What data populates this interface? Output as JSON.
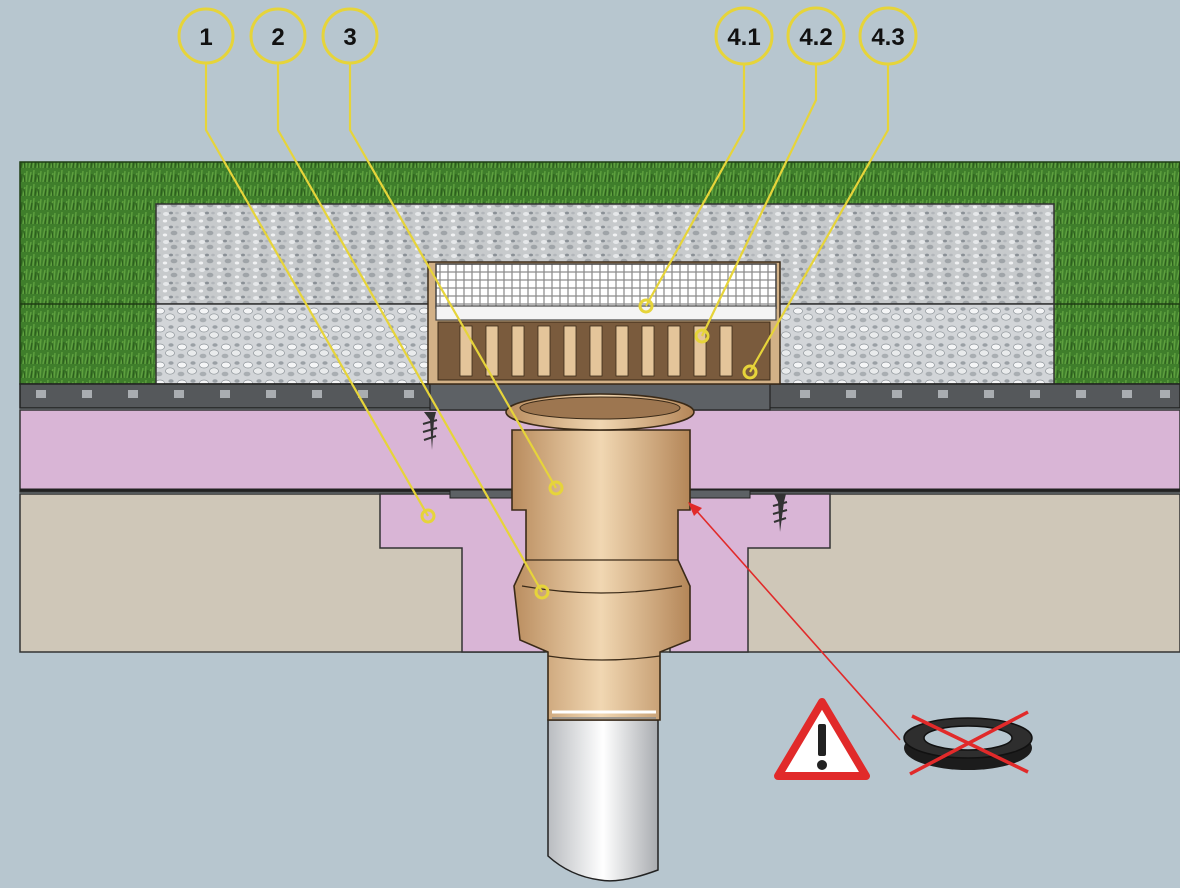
{
  "callouts": [
    {
      "id": "1",
      "label": "1"
    },
    {
      "id": "2",
      "label": "2"
    },
    {
      "id": "3",
      "label": "3"
    },
    {
      "id": "4.1",
      "label": "4.1"
    },
    {
      "id": "4.2",
      "label": "4.2"
    },
    {
      "id": "4.3",
      "label": "4.3"
    }
  ],
  "layers": {
    "grass": "grass-layer",
    "coarse_gravel": "coarse-gravel-layer",
    "fine_gravel": "fine-gravel-layer",
    "drainage_mat": "drainage-mat",
    "insulation": "insulation-layer",
    "concrete": "concrete-slab",
    "pipe": "drain-pipe"
  },
  "icons": {
    "warning": "warning-triangle-icon",
    "crossed_ring": "crossed-seal-ring-icon"
  },
  "colors": {
    "background": "#b7c6cf",
    "grass": "#3f7e2b",
    "gravel": "#c6c9cc",
    "insulation": "#d9b5d6",
    "concrete": "#cfc7b8",
    "body_tan": "#d8b48a",
    "callout_yellow": "#e6d43a",
    "warning_red": "#e12a2a"
  }
}
